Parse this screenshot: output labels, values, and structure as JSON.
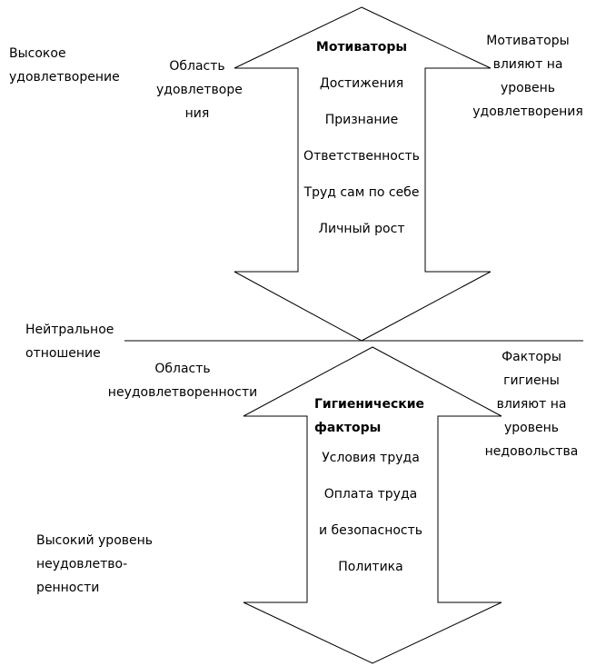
{
  "top": {
    "left_label_lines": [
      "Высокое",
      "удовлетворение"
    ],
    "area_label_lines": [
      "Область",
      "удовлетворе",
      "ния"
    ],
    "arrow_heading": "Мотиваторы",
    "arrow_items": [
      "Достижения",
      "Признание",
      "Ответственность",
      "Труд сам по себе",
      "Личный рост"
    ],
    "right_note_lines": [
      "Мотиваторы",
      "влияют на",
      "уровень",
      "удовлетворения"
    ]
  },
  "middle": {
    "neutral_label_lines": [
      "Нейтральное",
      "отношение"
    ]
  },
  "bottom": {
    "area_label_lines": [
      "Область",
      "неудовлетворенности"
    ],
    "arrow_heading_lines": [
      "Гигиенические",
      "факторы"
    ],
    "arrow_items": [
      "Условия труда",
      "Оплата труда",
      "и безопасность",
      "Политика"
    ],
    "right_note_lines": [
      "Факторы",
      "гигиены",
      "влияют на",
      "уровень",
      "недовольства"
    ],
    "left_label_lines": [
      "Высокий уровень",
      "неудовлетво-",
      "ренности"
    ]
  }
}
